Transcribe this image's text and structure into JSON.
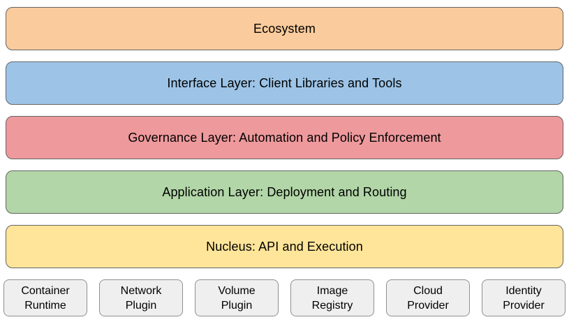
{
  "diagram": {
    "type": "layered-architecture",
    "background_color": "#ffffff",
    "layer_border_color": "#646464",
    "provider_fill_color": "#efefef",
    "provider_border_color": "#8f8f8f",
    "layers": [
      {
        "id": "ecosystem",
        "label": "Ecosystem",
        "fill": "#FACB9C"
      },
      {
        "id": "interface",
        "label": "Interface Layer: Client Libraries and Tools",
        "fill": "#9DC4E7"
      },
      {
        "id": "governance",
        "label": "Governance Layer: Automation and Policy Enforcement",
        "fill": "#EE999C"
      },
      {
        "id": "application",
        "label": "Application Layer: Deployment and Routing",
        "fill": "#B2D6A7"
      },
      {
        "id": "nucleus",
        "label": "Nucleus: API and Execution",
        "fill": "#FFE599"
      }
    ],
    "providers": [
      {
        "id": "container-runtime",
        "label": "Container Runtime"
      },
      {
        "id": "network-plugin",
        "label": "Network Plugin"
      },
      {
        "id": "volume-plugin",
        "label": "Volume Plugin"
      },
      {
        "id": "image-registry",
        "label": "Image Registry"
      },
      {
        "id": "cloud-provider",
        "label": "Cloud Provider"
      },
      {
        "id": "identity-provider",
        "label": "Identity Provider"
      }
    ]
  }
}
